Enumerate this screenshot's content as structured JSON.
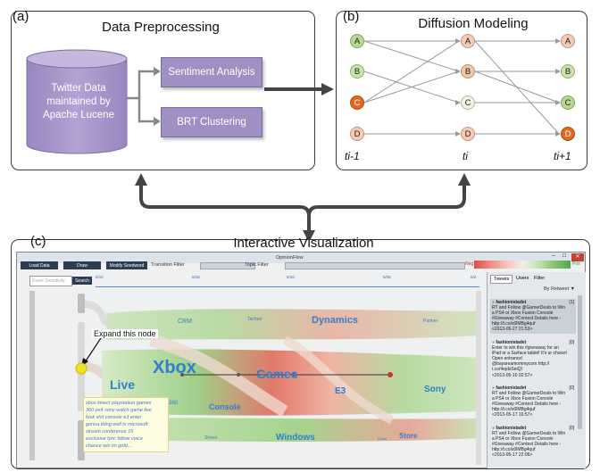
{
  "panel_a": {
    "label": "(a)",
    "title": "Data Preprocessing",
    "cylinder_lines": [
      "Twitter Data",
      "maintained by",
      "Apache Lucene"
    ],
    "box1": "Sentiment Analysis",
    "box2": "BRT Clustering",
    "box_color": "#a08fc2"
  },
  "panel_b": {
    "label": "(b)",
    "title": "Diffusion Modeling",
    "times": [
      "ti-1",
      "ti",
      "ti+1"
    ],
    "columns": [
      [
        "A",
        "B",
        "C",
        "D"
      ],
      [
        "A",
        "B",
        "C",
        "D"
      ],
      [
        "A",
        "B",
        "C",
        "D"
      ]
    ],
    "node_colors": {
      "green": "#b5d98f",
      "orange": "#e06820",
      "peach": "#f6cbb0",
      "pale": "#eef5e0"
    }
  },
  "panel_c": {
    "label": "(c)",
    "title": "Interactive Visualization",
    "app": {
      "window_title": "OpinionFlow",
      "buttons": [
        "Load Data",
        "Draw",
        "Modify Seedword"
      ],
      "transition_filter": "Transition Filter",
      "topic_filter": "Topic Filter",
      "neg_label": "Neg",
      "pos_label": "Pos",
      "search_placeholder": "Event Sensitivity",
      "search_button": "Search",
      "timeline_ticks": [
        "5/10",
        "5/15",
        "5/20",
        "5/25",
        "6/2"
      ],
      "tabs": [
        "Tweets",
        "Users",
        "Filter"
      ],
      "sort_label": "By Retweet",
      "annotation": "Expand this node",
      "topics": {
        "crm": "CRM",
        "tached": "Tached",
        "dynamics": "Dynamics",
        "partner": "Partner",
        "xbox": "Xbox",
        "games": "Games",
        "live": "Live",
        "e3": "E3",
        "sony": "Sony",
        "360": "360",
        "console": "Console",
        "stores": "Stores",
        "windows": "Windows",
        "store": "Store",
        "event": "Event"
      },
      "wordcloud_lines": [
        "xbox kinect playstation games",
        "360 ps4 sony watch game live",
        "fuck shit console e3 enter",
        "gonna thing well tv microsoft",
        "stream conference 15",
        "exclusive lync follow voice",
        "chance win im gold..."
      ],
      "tweets": [
        {
          "user": "fashionistadet",
          "count": "[1]",
          "lines": [
            "RT and Follow @GamerDeals to Win",
            "a PS4 or Xbox Fusion Console",
            "#Giveaway #Contest   Details here -",
            "http://t.co/s0lMBg4quf"
          ],
          "date": "<2013-05-27 21:53>"
        },
        {
          "user": "fashionistadet",
          "count": "[0]",
          "lines": [
            "Enter to win this #giveaway for an",
            "iPad or a Surface tablet! It's ur choice!",
            "Open entrance!",
            "@bayareamommycom http://",
            "t.co/4ejdsSeiQI"
          ],
          "date": "<2013-05-16 02:57>"
        },
        {
          "user": "fashionistadet",
          "count": "[0]",
          "lines": [
            "RT and Follow @GamerDeals to Win",
            "a PS4 or Xbox Fusion Console",
            "#Giveaway #Contest   Details here -",
            "http://t.co/s0lMBg4quf"
          ],
          "date": "<2013-05-17 16:57>"
        },
        {
          "user": "fashionistadet",
          "count": "[0]",
          "lines": [
            "RT and Follow @GamerDeals to Win",
            "a PS4 or Xbox Fusion Console",
            "#Giveaway #Contest   Details here -",
            "http://t.co/s0lMBg4quf"
          ],
          "date": "<2013-05-17 22:06>"
        }
      ]
    }
  }
}
